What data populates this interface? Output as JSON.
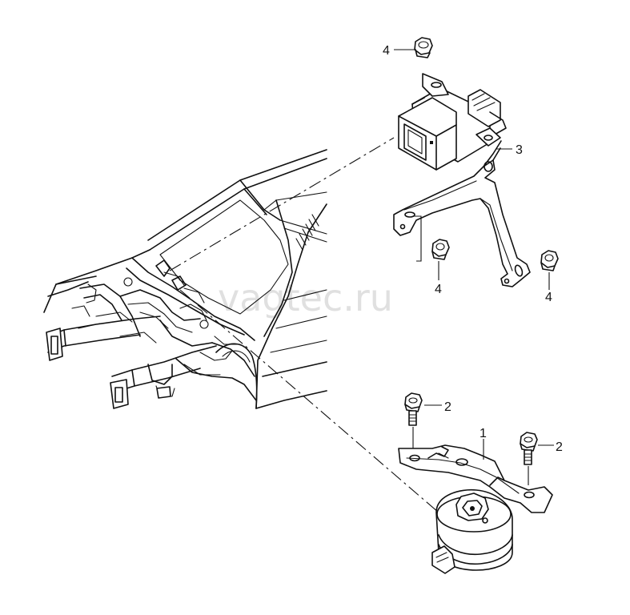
{
  "watermark": "vagtec.ru",
  "callouts": {
    "label_1": "1",
    "label_2_left": "2",
    "label_2_right": "2",
    "label_3": "3",
    "label_4_top": "4",
    "label_4_middle": "4",
    "label_4_right": "4"
  }
}
